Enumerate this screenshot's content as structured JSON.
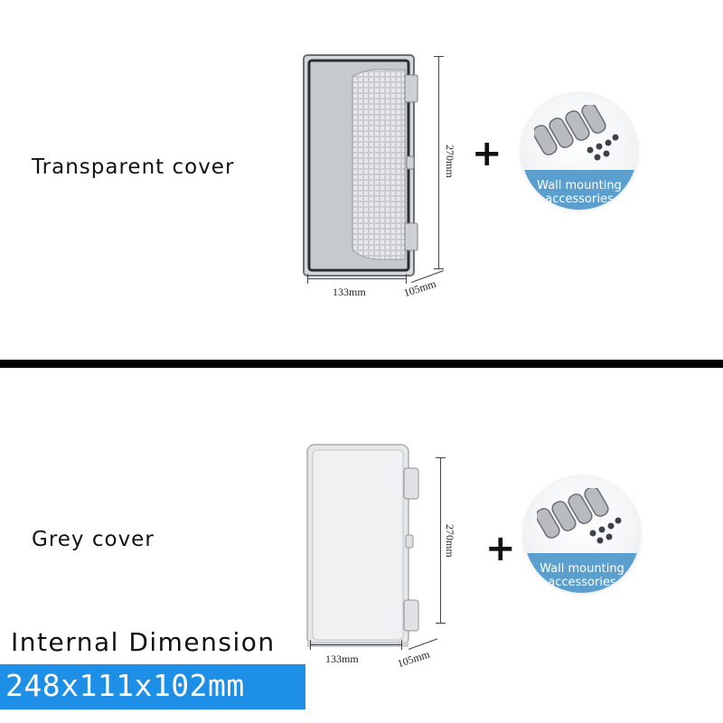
{
  "top": {
    "label": "Transparent cover",
    "dim_height": "270mm",
    "dim_width": "133mm",
    "dim_depth": "105mm",
    "plus": "+",
    "accessory_line1": "Wall mounting",
    "accessory_line2": "accessories"
  },
  "bottom": {
    "label": "Grey cover",
    "dim_height": "270mm",
    "dim_width": "133mm",
    "dim_depth": "105mm",
    "plus": "+",
    "accessory_line1": "Wall mounting",
    "accessory_line2": "accessories"
  },
  "internal": {
    "title": "Internal Dimension",
    "value": "248x111x102mm"
  },
  "colors": {
    "badge_band": "#5b9fcf",
    "value_highlight": "#1d8fe6",
    "divider": "#000000"
  }
}
